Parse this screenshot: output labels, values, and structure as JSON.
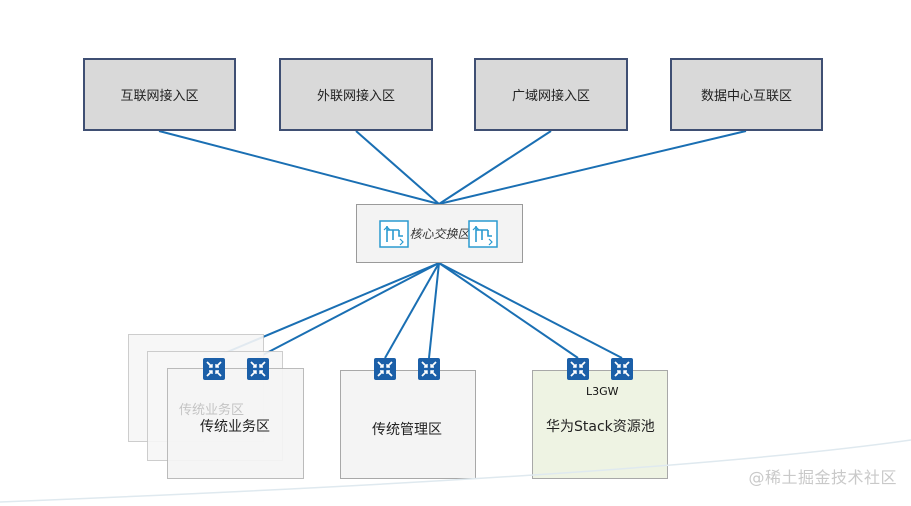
{
  "top_zones": [
    {
      "label": "互联网接入区"
    },
    {
      "label": "外联网接入区"
    },
    {
      "label": "广域网接入区"
    },
    {
      "label": "数据中心互联区"
    }
  ],
  "core": {
    "label": "核心交换区",
    "icon": "core-switch-icon"
  },
  "bottom_zones": {
    "traditional_business": {
      "label": "传统业务区",
      "ghost_label": "传统业务区"
    },
    "traditional_management": {
      "label": "传统管理区"
    },
    "huawei_stack": {
      "label": "华为Stack资源池",
      "gateway_label": "L3GW"
    }
  },
  "switch_icon": "switch-icon",
  "watermark": "@稀土掘金技术社区",
  "colors": {
    "link": "#1a6fb3",
    "top_border": "#3f4f73",
    "switch": "#1b5fa8"
  }
}
